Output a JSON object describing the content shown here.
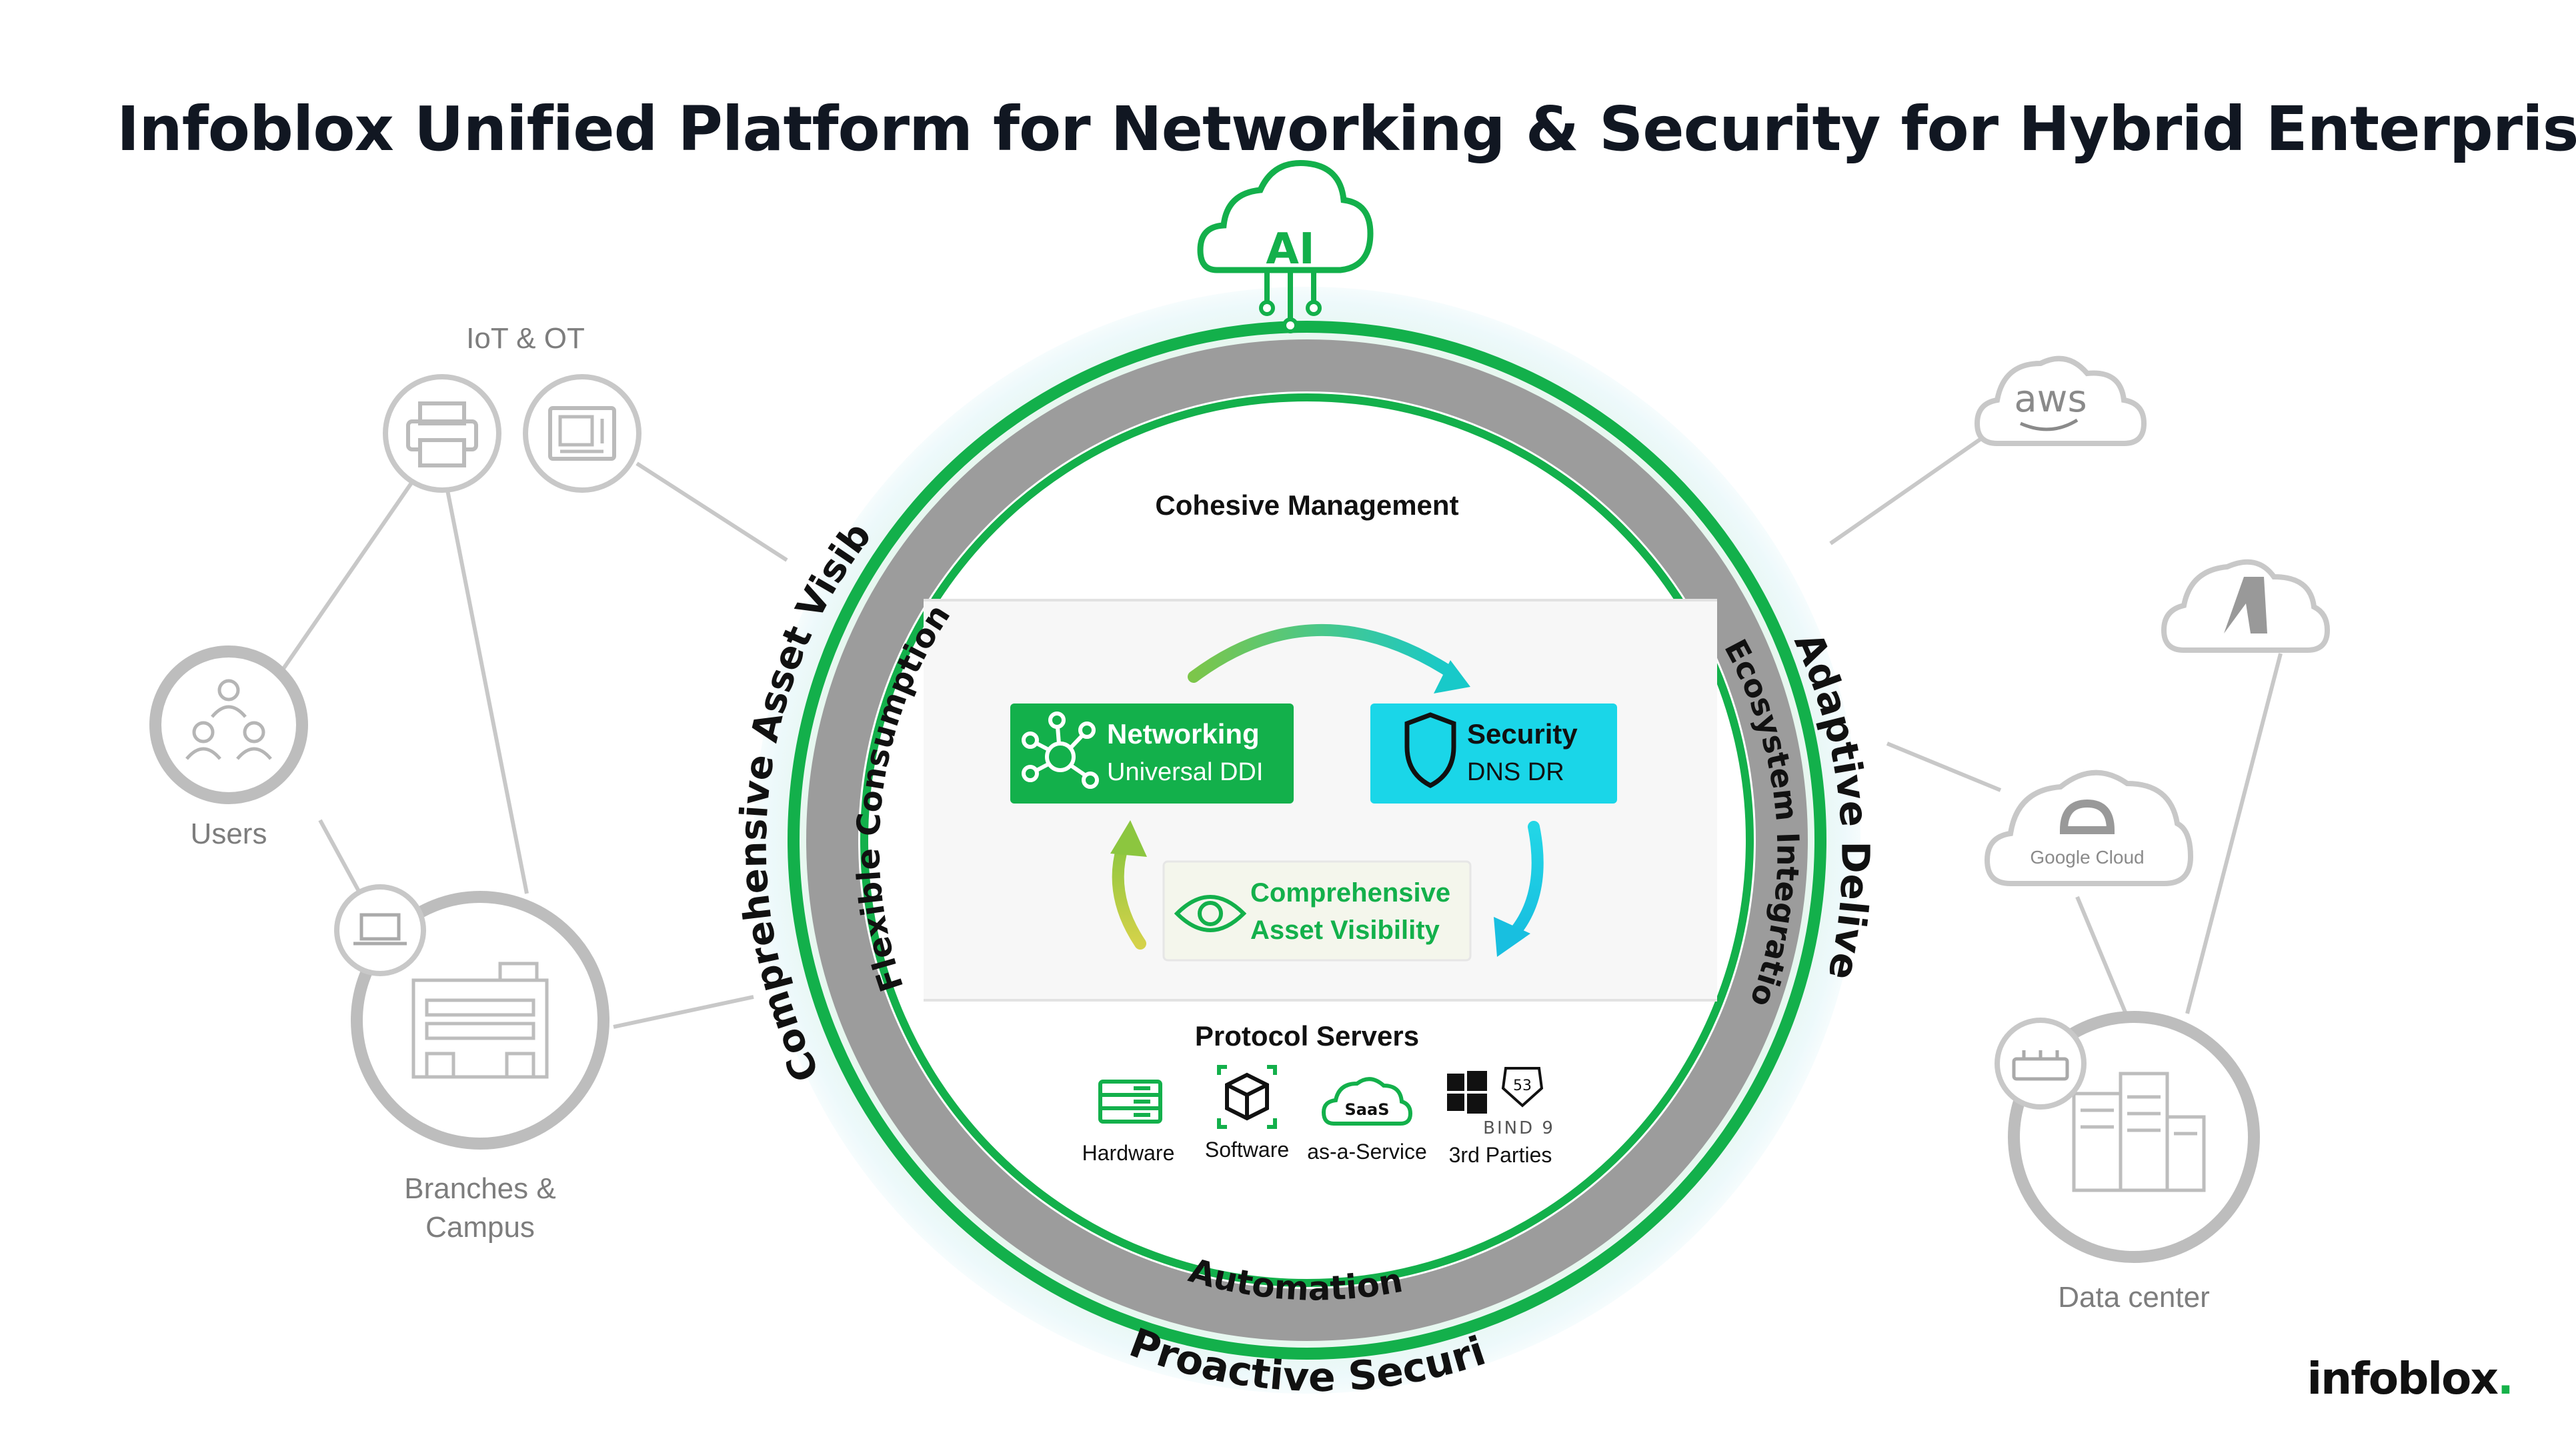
{
  "title": "Infoblox Unified Platform for Networking & Security for Hybrid Enterprise",
  "colors": {
    "green": "#13b04b",
    "cyan": "#1ad6e8",
    "ring_grey": "#9c9c9c",
    "node_grey": "#bdbdbd",
    "glow": "#e3f6ec"
  },
  "left_nodes": {
    "iot_ot": {
      "label": "IoT & OT",
      "icons": [
        "printer-icon",
        "control-panel-icon"
      ]
    },
    "users": {
      "label": "Users",
      "icon": "users-icon"
    },
    "branches": {
      "label_line1": "Branches &",
      "label_line2": "Campus",
      "icons": [
        "laptop-icon",
        "building-icon"
      ]
    }
  },
  "right_nodes": {
    "aws": {
      "label": "aws",
      "icon": "aws-cloud-icon"
    },
    "azure": {
      "label": "",
      "icon": "azure-cloud-icon"
    },
    "google": {
      "label": "Google Cloud",
      "icon": "google-cloud-icon"
    },
    "datacenter": {
      "label": "Data center",
      "icons": [
        "router-icon",
        "datacenter-buildings-icon"
      ]
    }
  },
  "ai_badge": {
    "label": "AI",
    "icon": "ai-cloud-icon"
  },
  "outer_ring": {
    "left": "Comprehensive Asset Visibility",
    "right": "Adaptive Delivery",
    "bottom": "Proactive Security"
  },
  "inner_ring": {
    "left": "Flexible Consumption",
    "right": "Ecosystem Integration",
    "bottom": "Automation"
  },
  "core": {
    "top_label": "Cohesive Management",
    "networking": {
      "title": "Networking",
      "subtitle": "Universal DDI",
      "icon": "network-hub-icon"
    },
    "security": {
      "title": "Security",
      "subtitle": "DNS DR",
      "icon": "shield-icon"
    },
    "visibility": {
      "line1": "Comprehensive",
      "line2": "Asset Visibility",
      "icon": "eye-icon"
    },
    "protocol_servers": {
      "title": "Protocol Servers",
      "items": [
        {
          "label": "Hardware",
          "icon": "server-icon"
        },
        {
          "label": "Software",
          "icon": "cube-icon"
        },
        {
          "label": "as-a-Service",
          "icon": "saas-cloud-icon",
          "badge": "SaaS"
        },
        {
          "label": "3rd Parties",
          "icon": "third-party-logos-icon",
          "badges": [
            "53",
            "BIND 9"
          ]
        }
      ]
    }
  },
  "logo": {
    "text": "infoblox",
    "dot": "."
  }
}
